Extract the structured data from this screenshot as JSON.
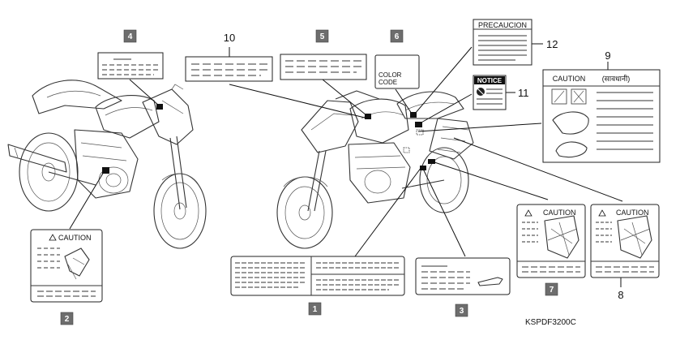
{
  "callouts": {
    "1": "1",
    "2": "2",
    "3": "3",
    "4": "4",
    "5": "5",
    "6": "6",
    "7": "7",
    "8": "8",
    "9": "9",
    "10": "10",
    "11": "11",
    "12": "12"
  },
  "labels": {
    "caution_2": "CAUTION",
    "caution_7": "CAUTION",
    "caution_8": "CAUTION",
    "caution_9": "CAUTION",
    "caution_9_hindi": "(सावधानी)",
    "precaucion_12": "PRECAUCION",
    "notice_11": "NOTICE",
    "color_code_line1": "COLOR",
    "color_code_line2": "CODE"
  },
  "figure_code": "KSPDF3200C",
  "colors": {
    "badge": "#6d6d6d",
    "ink": "#222222"
  }
}
